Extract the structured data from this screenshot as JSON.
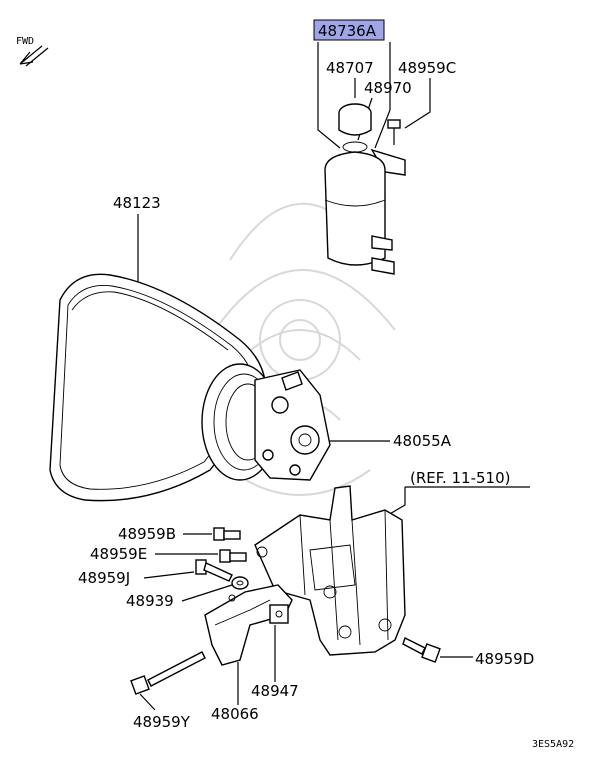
{
  "fwd": "FWD",
  "ref": "(REF. 11-510)",
  "diagram_code": "3ES5A92",
  "highlight_color": "#9fa6e8",
  "parts": {
    "reservoir_assy": "48736A",
    "cap": "48707",
    "oring": "48970",
    "bolt_c": "48959C",
    "belt": "48123",
    "pump": "48055A",
    "bolt_b": "48959B",
    "bolt_e": "48959E",
    "bolt_j": "48959J",
    "washer": "48939",
    "bolt_d": "48959D",
    "bracket_small": "48947",
    "bolt_y": "48959Y",
    "bracket": "48066"
  }
}
